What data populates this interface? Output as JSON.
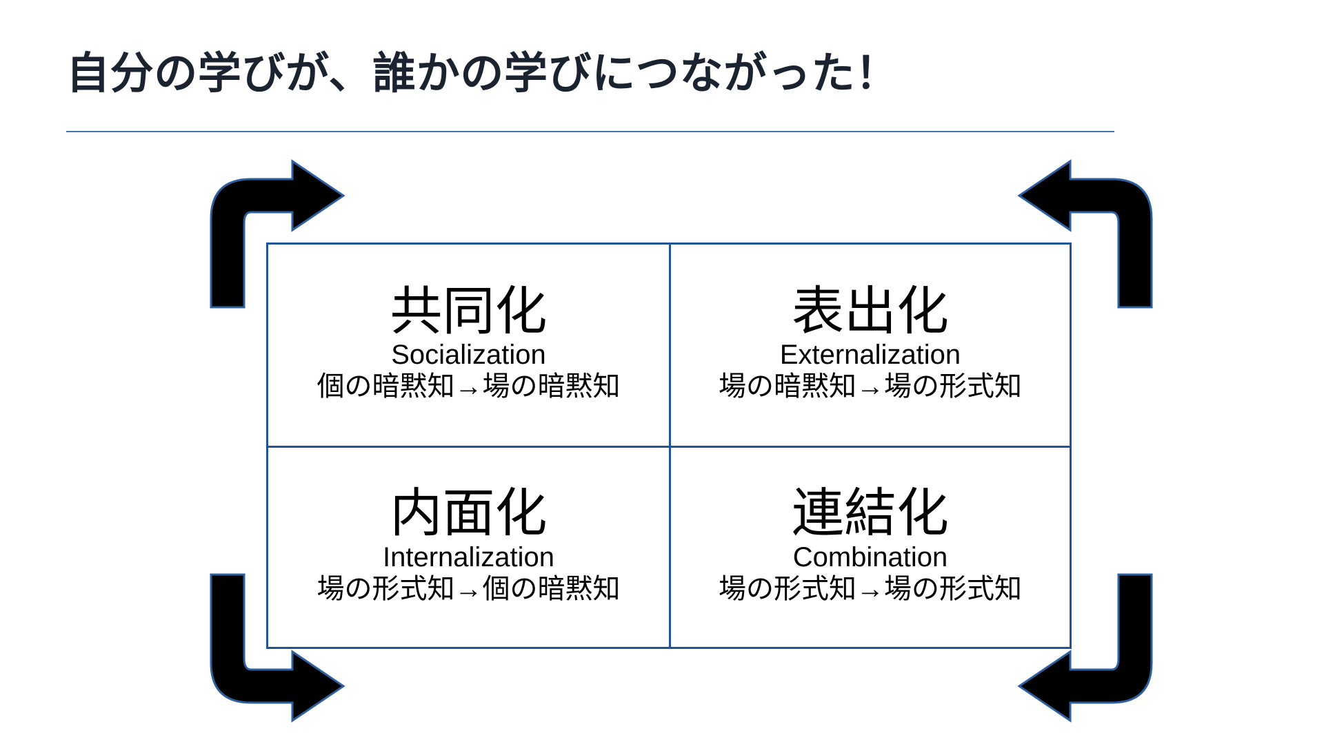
{
  "slide": {
    "title": "自分の学びが、誰かの学びにつながった！",
    "accent_color": "#1f5496",
    "rule_color": "#4472a8",
    "title_color": "#1b2330",
    "arrow_fill": "#000000",
    "arrow_outline": "#2e5f9e",
    "background": "#ffffff"
  },
  "matrix": {
    "name": "SECI model matrix",
    "quadrants": [
      {
        "position": "top-left",
        "jp_title": "共同化",
        "en_title": "Socialization",
        "flow": "個の暗黙知→場の暗黙知"
      },
      {
        "position": "top-right",
        "jp_title": "表出化",
        "en_title": "Externalization",
        "flow": "場の暗黙知→場の形式知"
      },
      {
        "position": "bottom-left",
        "jp_title": "内面化",
        "en_title": "Internalization",
        "flow": "場の形式知→個の暗黙知"
      },
      {
        "position": "bottom-right",
        "jp_title": "連結化",
        "en_title": "Combination",
        "flow": "場の形式知→場の形式知"
      }
    ]
  },
  "arrows": [
    {
      "name": "arrow-top-left",
      "direction": "up-then-right",
      "icon": "bent-arrow-icon"
    },
    {
      "name": "arrow-top-right",
      "direction": "right-then-down",
      "icon": "bent-arrow-icon"
    },
    {
      "name": "arrow-bottom-right",
      "direction": "down-then-left",
      "icon": "bent-arrow-icon"
    },
    {
      "name": "arrow-bottom-left",
      "direction": "left-then-up",
      "icon": "bent-arrow-icon"
    }
  ]
}
